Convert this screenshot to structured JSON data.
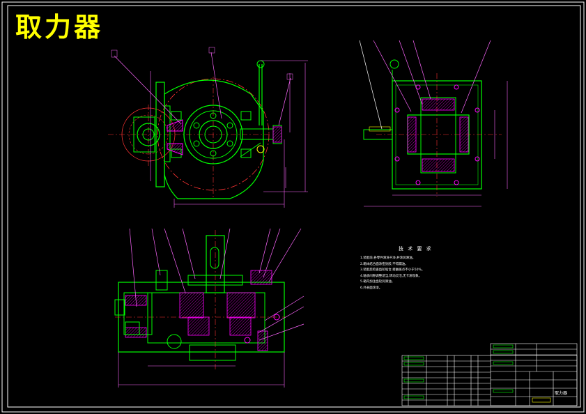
{
  "title": "取力器",
  "requirements": {
    "heading": "技 术 要 求",
    "items": [
      "1.装配前,各零件清洗干净,并涂润滑油。",
      "2.箱体结合面涂密封胶,不得漏油。",
      "3.装配后检查齿轮啮合,接触斑点不小于50%。",
      "4.轴承间隙调整适当,转动灵活,无卡滞现象。",
      "5.箱内加注齿轮润滑油。",
      "6.外表面涂漆。"
    ]
  },
  "title_block": {
    "drawing_name": "取力器"
  },
  "colors": {
    "background": "#000000",
    "frame": "#ffffff",
    "outline": "#00ff00",
    "hatch": "#ff00ff",
    "center_line": "#ff3333",
    "dimension": "#ff00ff",
    "leader": "#ff66ff",
    "title": "#ffff00",
    "highlight": "#ffff00"
  }
}
